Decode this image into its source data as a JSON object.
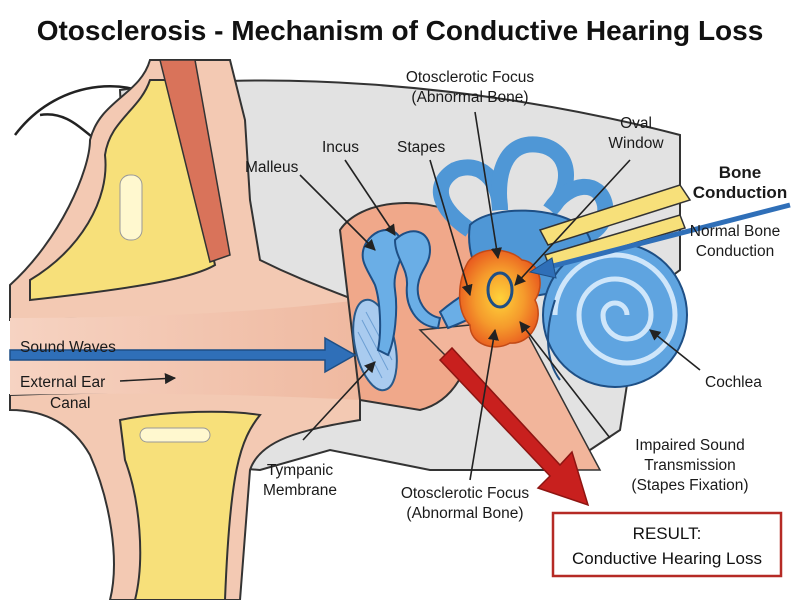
{
  "title": "Otosclerosis - Mechanism of Conductive Hearing Loss",
  "labels": {
    "sound_waves": "Sound Waves",
    "external_ear_canal_1": "External Ear",
    "external_ear_canal_2": "Canal",
    "malleus": "Malleus",
    "incus": "Incus",
    "stapes": "Stapes",
    "otosclerotic_focus_top_1": "Otosclerotic Focus",
    "otosclerotic_focus_top_2": "(Abnormal Bone)",
    "oval_window_1": "Oval",
    "oval_window_2": "Window",
    "bone_conduction_1": "Bone",
    "bone_conduction_2": "Conduction",
    "normal_bone_conduction_1": "Normal Bone",
    "normal_bone_conduction_2": "Conduction",
    "cochlea": "Cochlea",
    "tympanic_membrane_1": "Tympanic",
    "tympanic_membrane_2": "Membrane",
    "otosclerotic_focus_bottom_1": "Otosclerotic Focus",
    "otosclerotic_focus_bottom_2": "(Abnormal Bone)",
    "impaired_1": "Impaired Sound",
    "impaired_2": "Transmission",
    "impaired_3": "(Stapes Fixation)"
  },
  "result": {
    "line1": "RESULT:",
    "line2": "Conductive Hearing Loss"
  },
  "colors": {
    "skin": "#f3c9b3",
    "cartilage": "#f7e07a",
    "bone_gray": "#dcdcdc",
    "ossicle_blue": "#6aaee6",
    "inner_ear_blue": "#4f97d6",
    "focus_orange": "#f07a2a",
    "sound_arrow": "#2f6fb8",
    "impaired_arrow": "#c8201e",
    "result_border": "#b52a25"
  }
}
